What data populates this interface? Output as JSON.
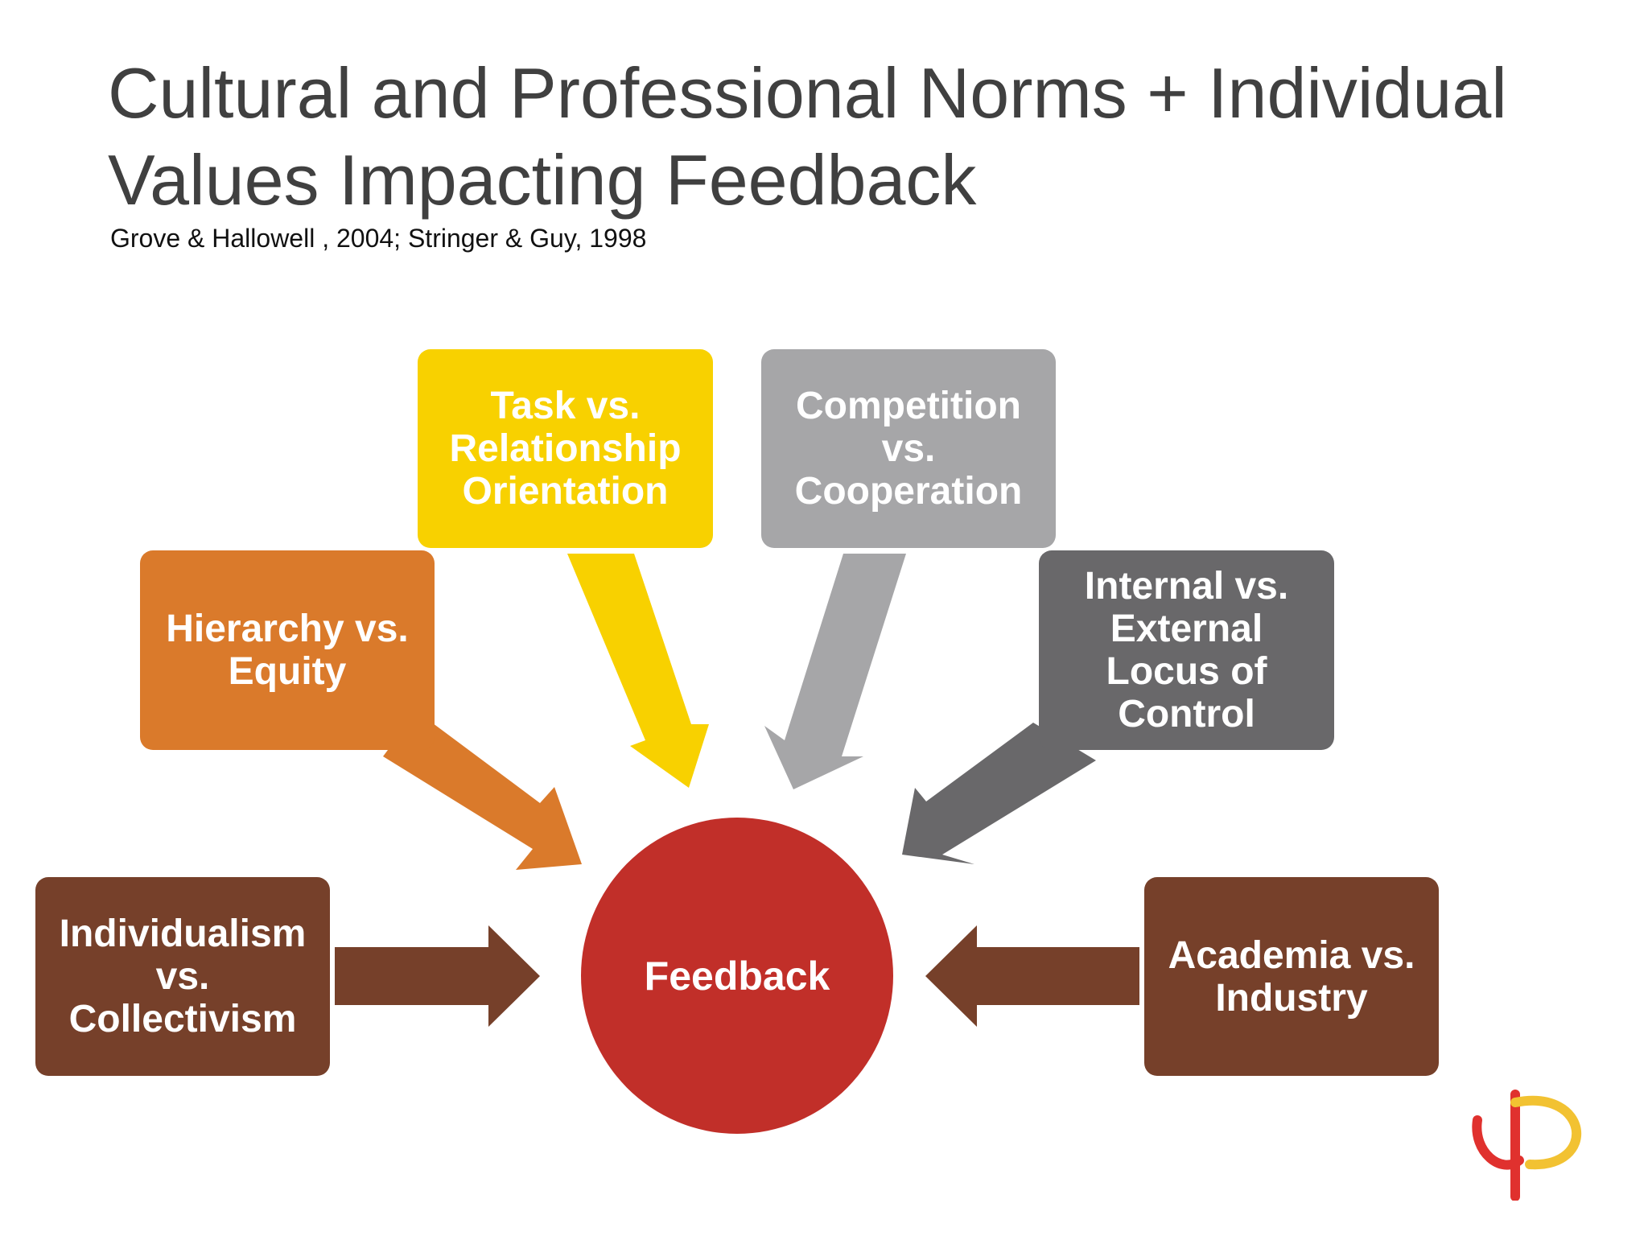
{
  "slide": {
    "title": "Cultural and Professional Norms + Individual Values Impacting Feedback",
    "citation": "Grove & Hallowell , 2004; Stringer & Guy, 1998"
  },
  "diagram": {
    "center": {
      "label": "Feedback",
      "color": "#c12f29"
    },
    "nodes": [
      {
        "label": "Individualism vs. Collectivism",
        "color": "#76402a"
      },
      {
        "label": "Hierarchy vs. Equity",
        "color": "#da7a2b"
      },
      {
        "label": "Task vs. Relationship Orientation",
        "color": "#f8d100"
      },
      {
        "label": "Competition vs. Cooperation",
        "color": "#a6a6a8"
      },
      {
        "label": "Internal vs. External Locus of Control",
        "color": "#69686a"
      },
      {
        "label": "Academia vs. Industry",
        "color": "#76402a"
      }
    ]
  },
  "logo": {
    "icon": "up-logo-icon",
    "colors": [
      "#e0312e",
      "#f2c232"
    ]
  }
}
